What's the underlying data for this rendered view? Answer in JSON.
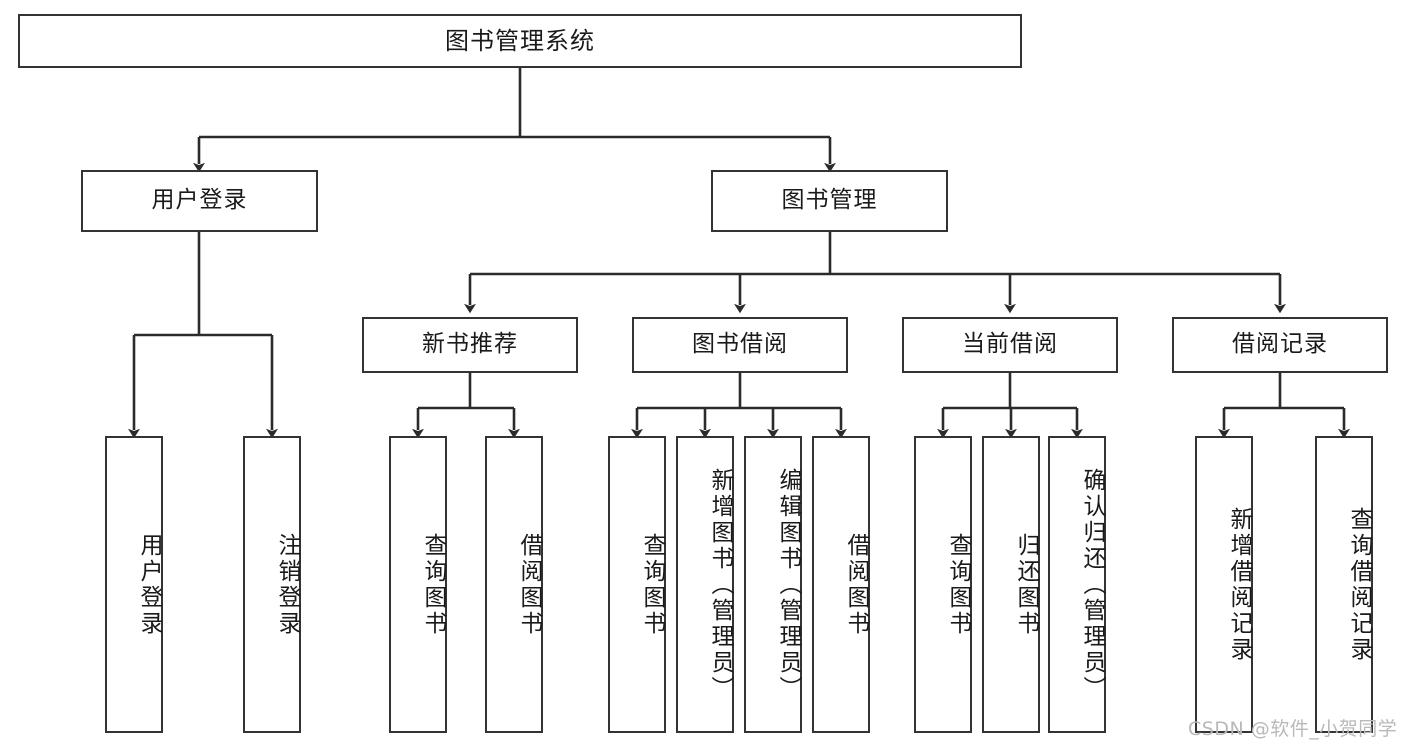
{
  "diagram": {
    "title": "图书管理系统",
    "type": "tree-hierarchy-flowchart",
    "colors": {
      "box_border": "#333333",
      "box_fill": "#ffffff",
      "connector": "#2b2b2b",
      "canvas": "#ffffff",
      "watermark": "#b9b9b9"
    },
    "nodes": {
      "root": {
        "label": "图书管理系统"
      },
      "level2": [
        {
          "id": "user-login",
          "label": "用户登录"
        },
        {
          "id": "book-management",
          "label": "图书管理"
        }
      ],
      "level3": [
        {
          "id": "new-book-recommend",
          "label": "新书推荐"
        },
        {
          "id": "book-borrow",
          "label": "图书借阅"
        },
        {
          "id": "current-borrow",
          "label": "当前借阅"
        },
        {
          "id": "borrow-record",
          "label": "借阅记录"
        }
      ],
      "leaves": {
        "user_login": [
          {
            "id": "leaf-user-login",
            "label": "用户登录"
          },
          {
            "id": "leaf-logout-login",
            "label": "注销登录"
          }
        ],
        "new_book_recommend": [
          {
            "id": "leaf-query-book-1",
            "label": "查询图书"
          },
          {
            "id": "leaf-borrow-book-1",
            "label": "借阅图书"
          }
        ],
        "book_borrow": [
          {
            "id": "leaf-query-book-2",
            "label": "查询图书"
          },
          {
            "id": "leaf-add-book",
            "label": "新增图书（管理员）"
          },
          {
            "id": "leaf-edit-book",
            "label": "编辑图书（管理员）"
          },
          {
            "id": "leaf-borrow-book-2",
            "label": "借阅图书"
          }
        ],
        "current_borrow": [
          {
            "id": "leaf-query-book-3",
            "label": "查询图书"
          },
          {
            "id": "leaf-return-book",
            "label": "归还图书"
          },
          {
            "id": "leaf-confirm-return",
            "label": "确认归还（管理员）"
          }
        ],
        "borrow_record": [
          {
            "id": "leaf-add-record",
            "label": "新增借阅记录"
          },
          {
            "id": "leaf-query-record",
            "label": "查询借阅记录"
          }
        ]
      }
    },
    "watermark": "CSDN @软件_小贺同学"
  }
}
